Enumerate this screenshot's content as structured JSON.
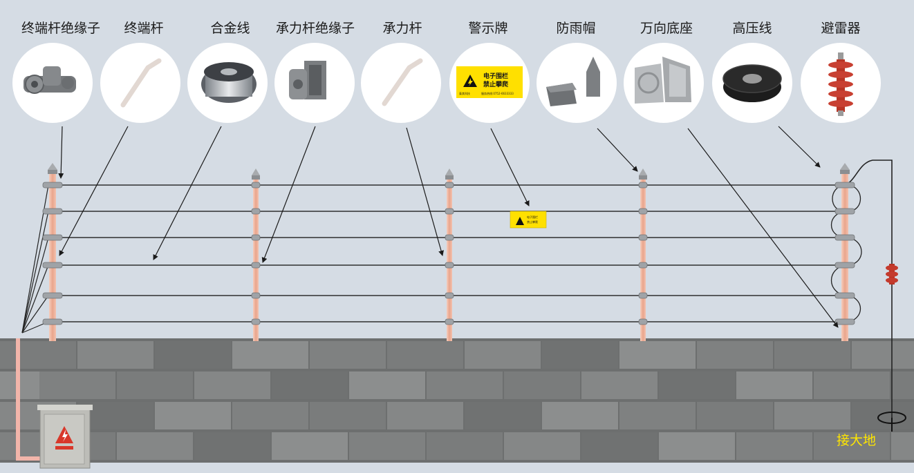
{
  "components": [
    {
      "label": "终端杆绝缘子",
      "icon": "terminal-insulator-icon"
    },
    {
      "label": "终端杆",
      "icon": "terminal-pole-icon"
    },
    {
      "label": "合金线",
      "icon": "alloy-wire-spool-icon"
    },
    {
      "label": "承力杆绝缘子",
      "icon": "tension-insulator-icon"
    },
    {
      "label": "承力杆",
      "icon": "tension-pole-icon"
    },
    {
      "label": "警示牌",
      "icon": "warning-sign-icon"
    },
    {
      "label": "防雨帽",
      "icon": "rain-cap-icon"
    },
    {
      "label": "万向底座",
      "icon": "universal-base-icon"
    },
    {
      "label": "高压线",
      "icon": "high-voltage-cable-icon"
    },
    {
      "label": "避雷器",
      "icon": "lightning-arrester-icon"
    }
  ],
  "warning_sign": {
    "line1": "电子围栏",
    "line2": "禁止攀爬",
    "footer_left": "泰其科技",
    "footer_right": "服务热线:0752-6633333"
  },
  "ground_label": "接大地",
  "colors": {
    "background": "#d5dce4",
    "pole": "#f0b9a4",
    "wire": "#333333",
    "sign": "#ffe000",
    "arrester": "#c43a2c",
    "ground_text": "#ffe600"
  }
}
